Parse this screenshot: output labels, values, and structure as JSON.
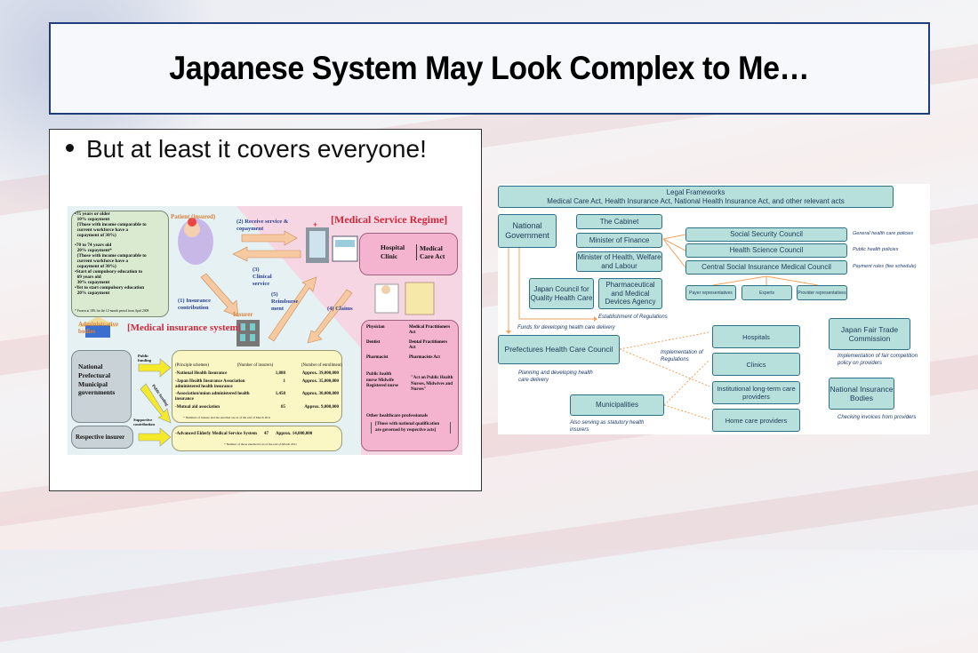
{
  "slide": {
    "title": "Japanese System May Look Complex to Me…",
    "bullet": "But at least it covers everyone!"
  },
  "left_diagram": {
    "copay_lines": [
      "•75 years or older",
      "  10% copayment",
      "  (Those with income comparable to",
      "  current workforce have a",
      "  copayment of 30%)",
      "",
      "•70 to 74 years old",
      "  20% copayment*",
      "  (Those with income comparable to",
      "  current workforce have a",
      "  copayment of 30%)",
      "•Start of compulsory education to",
      "  69 years old",
      "  30% copayment",
      "•Yet to start compulsory education",
      "  20% copayment"
    ],
    "copay_footnote": "* Frozen at 10% for the 12-month period from April 2008",
    "patient": "Patient (insured)",
    "step2": "(2) Receive service & copayment",
    "step3": "(3) Clinical service",
    "step1": "(1) Insurance contribution",
    "step5": "(5) Reimburse ment",
    "step4": "(4) Claims",
    "insurer": "Insurer",
    "service_regime": "[Medical Service Regime]",
    "hospital": "Hospital",
    "clinic": "Clinic",
    "medical_care_act": "Medical Care Act",
    "admin_bodies": "Administrative bodies",
    "insurance_system": "[Medical insurance system]",
    "governments": "National Prefectural Municipal governments",
    "public_funding": "Public funding",
    "public_funding2": "Public funding",
    "supportive": "Supportive contribution",
    "respective_insurer": "Respective insurer",
    "table_headers": [
      "(Principle schemes)",
      "(Number of insurers)",
      "(Number of enrollment)"
    ],
    "table_rows": [
      [
        "-National Health Insurance",
        "1,888",
        "Approx. 39,000,000"
      ],
      [
        "-Japan Health Insurance Association administered health insurance",
        "1",
        "Approx. 35,000,000"
      ],
      [
        "-Association/union administered health insurance",
        "1,458",
        "Approx. 30,000,000"
      ],
      [
        "-Mutual aid association",
        "85",
        "Approx. 9,000,000"
      ]
    ],
    "table_note": "* Numbers of insurer and the enrolled are as of the end of March 2011",
    "elderly_row": [
      "-Advanced Elderly Medical Service System",
      "47",
      "Approx. 14,000,000"
    ],
    "elderly_note": "* Number of those enrolled is as of the end of March 2011",
    "professions": [
      [
        "Physician",
        "Medical Practitioners Act"
      ],
      [
        "Dentist",
        "Dental Practitioners Act"
      ],
      [
        "Pharmacist",
        "Pharmacists Act"
      ]
    ],
    "nurses": "Public health nurse Midwife Registered nurse",
    "nurses_act": "\"Act on Public Health Nurses, Midwives and Nurses\"",
    "other_prof": "Other healthcare professionals",
    "other_note": "[Those with national qualification are governed by respective acts]"
  },
  "right_diagram": {
    "legal_title": "Legal Frameworks",
    "legal_acts": "Medical Care Act, Health Insurance Act, National Health Insurance Act, and other relevant acts",
    "national_government": "National Government",
    "cabinet": "The Cabinet",
    "finance": "Minister of Finance",
    "mhlw": "Minister of Health, Welfare and Labour",
    "jcqhc": "Japan Council for Quality Health Care",
    "pmda": "Pharmaceutical and Medical Devices Agency",
    "councils": [
      {
        "name": "Social Security Council",
        "note": "General health care policies"
      },
      {
        "name": "Health Science Council",
        "note": "Public health policies"
      },
      {
        "name": "Central Social Insurance Medical Council",
        "note": "Payment rules (fee schedule)"
      }
    ],
    "reps": [
      "Payer representatives",
      "Experts",
      "Provider representatives"
    ],
    "establishment": "Establishment of Regulations",
    "funds": "Funds for developing health care delivery",
    "prefectures": "Prefectures Health Care Council",
    "planning": "Planning and developing health care delivery",
    "implementation": "Implementation of Regulations",
    "municipalities": "Municipalities",
    "municipal_note": "Also serving as statutory health insurers",
    "providers": [
      "Hospitals",
      "Clinics",
      "Institutional long-term care providers",
      "Home care providers"
    ],
    "jftc": "Japan Fair Trade Commission",
    "jftc_note": "Implementation of fair competition policy on providers",
    "nib": "National Insurance Bodies",
    "nib_note": "Checking invoices from providers"
  },
  "colors": {
    "title_border": "#1f3d7a",
    "box_fill": "#b7dfdc",
    "box_border": "#2e6f84",
    "arrow": "#f2a25c",
    "regime_red": "#d1283a"
  }
}
